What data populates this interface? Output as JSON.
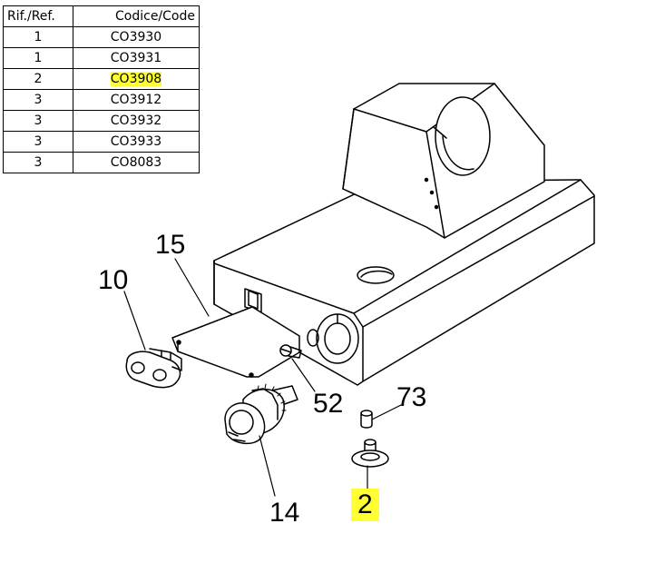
{
  "table": {
    "headers": {
      "ref": "Rif./Ref.",
      "code": "Codice/Code"
    },
    "rows": [
      {
        "ref": "1",
        "code": "CO3930",
        "highlight": false
      },
      {
        "ref": "1",
        "code": "CO3931",
        "highlight": false
      },
      {
        "ref": "2",
        "code": "CO3908",
        "highlight": true
      },
      {
        "ref": "3",
        "code": "CO3912",
        "highlight": false
      },
      {
        "ref": "3",
        "code": "CO3932",
        "highlight": false
      },
      {
        "ref": "3",
        "code": "CO3933",
        "highlight": false
      },
      {
        "ref": "3",
        "code": "CO8083",
        "highlight": false
      }
    ]
  },
  "callouts": {
    "c15": "15",
    "c10": "10",
    "c52": "52",
    "c73": "73",
    "c14": "14",
    "c2": "2"
  },
  "highlight_color": "#ffff33"
}
